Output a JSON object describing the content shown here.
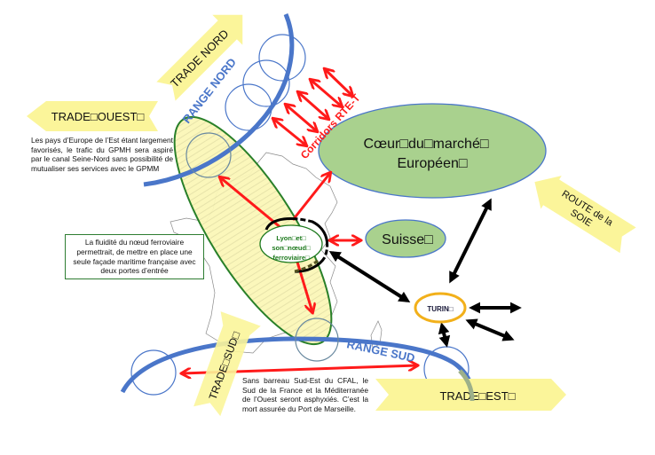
{
  "colors": {
    "trade_arrow": "#fbf59a",
    "range_line": "#4a76c9",
    "corridor_red": "#ff1a1a",
    "market_fill": "#a9d18e",
    "market_stroke": "#4a76c9",
    "zone_fill": "#fbf7b8",
    "zone_stroke": "#1e7a1e",
    "turin_ring": "#f2b01a",
    "black_arrow": "#000000",
    "note_box_border": "#2e7d32"
  },
  "labels": {
    "trade_nord": "TRADE NORD",
    "trade_ouest": "TRADE□OUEST□",
    "range_nord": "RANGE NORD",
    "corridors": "Corridors RTE-T",
    "market_line1": "Cœur□du□marché□",
    "market_line2": "Européen□",
    "route_soie_line1": "ROUTE de la",
    "route_soie_line2": "SOIE",
    "suisse": "Suisse□",
    "lyon_line1": "Lyon□et□",
    "lyon_line2": "son□nœud□",
    "lyon_line3": "ferroviaire□",
    "turin": "TURIN□",
    "trade_sud": "TRADE□SUD□",
    "range_sud": "RANGE SUD",
    "trade_est": "TRADE□EST□"
  },
  "notes": {
    "nord_note": "Les pays d’Europe de l’Est étant largement favorisés, le trafic du GPMH sera aspiré par le canal Seine-Nord sans possibilité de mutualiser ses services avec le GPMM",
    "fluidite_note": "La fluidité du nœud ferroviaire permettrait, de mettre en place une seule façade maritime française avec deux portes d’entrée",
    "sud_note": "Sans barreau Sud-Est du CFAL, le Sud de la France et la Méditerranée de l’Ouest seront asphyxiés. C’est la mort assurée du Port de Marseille."
  }
}
